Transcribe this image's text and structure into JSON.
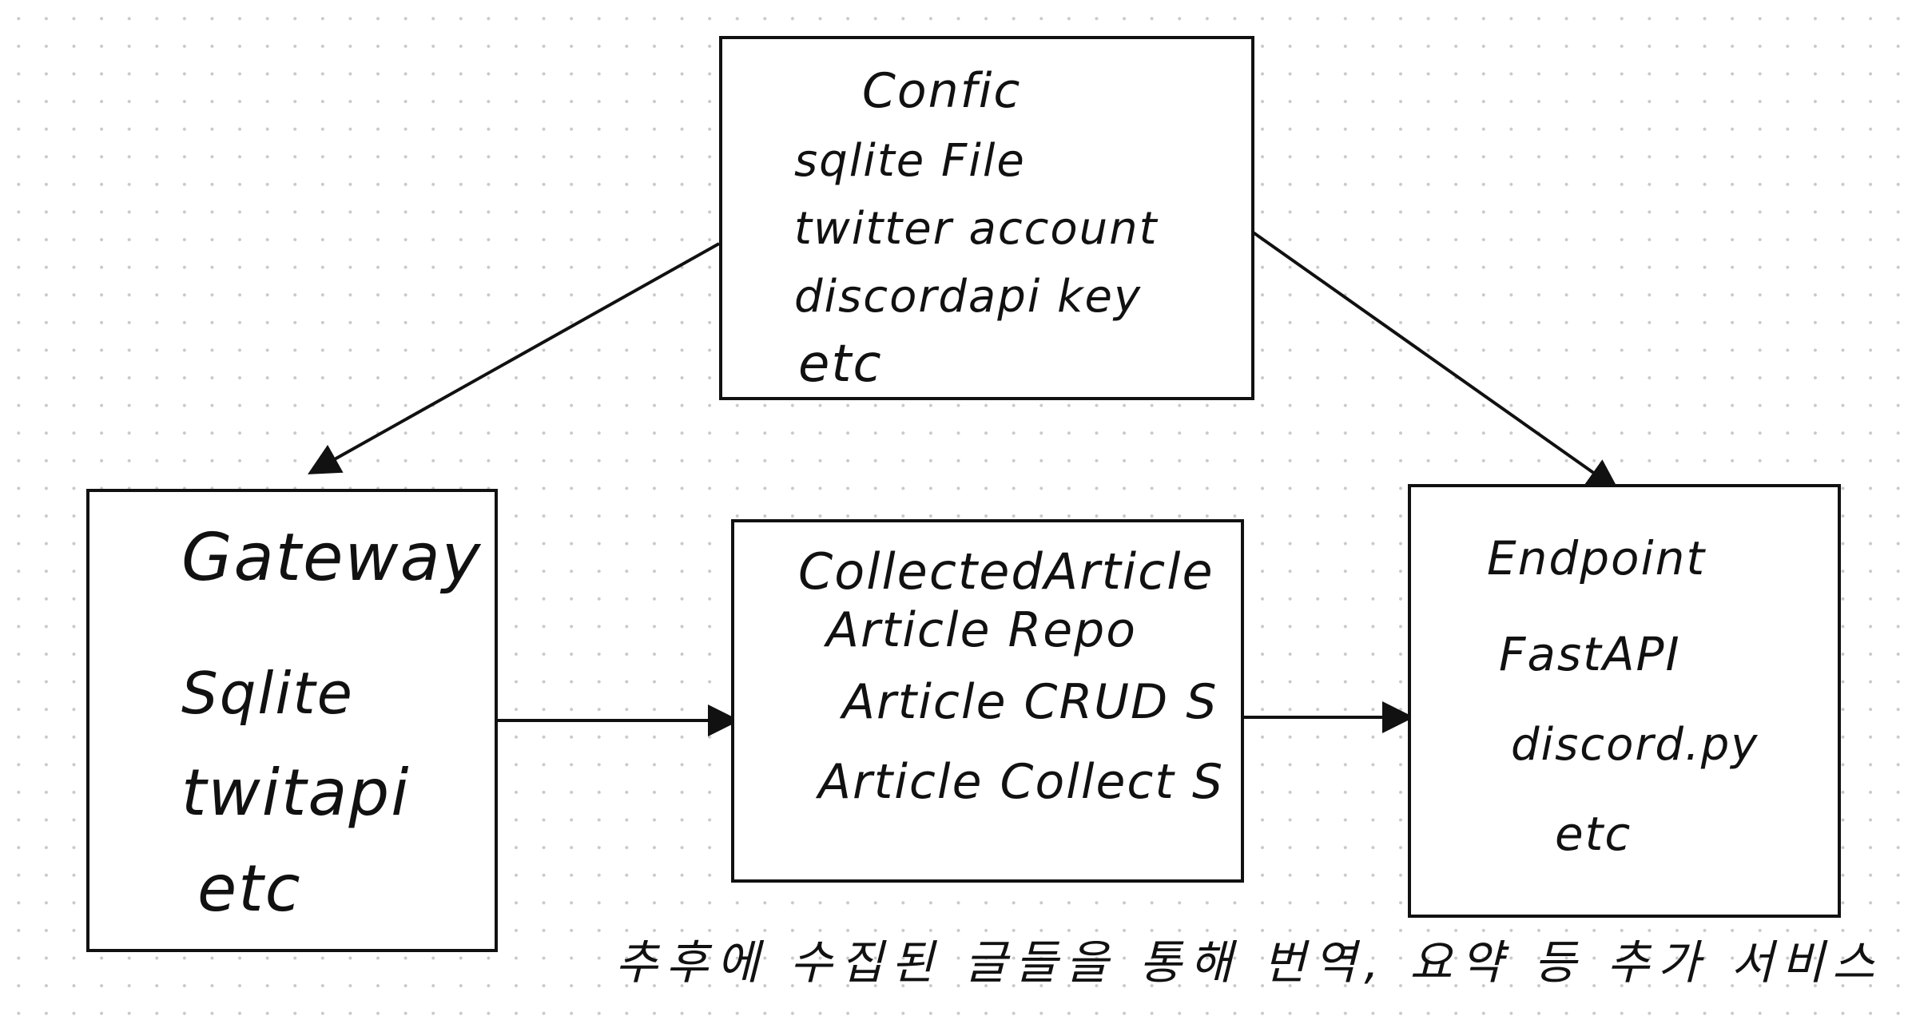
{
  "boxes": {
    "config": {
      "title": "Confic",
      "lines": [
        "sqlite File",
        "twitter account",
        "discordapi key",
        "etc"
      ]
    },
    "gateway": {
      "title": "Gateway",
      "lines": [
        "Sqlite",
        "twitapi",
        "etc"
      ]
    },
    "collected_article": {
      "title": "CollectedArticle",
      "lines": [
        "Article Repo",
        "Article CRUD S",
        "Article Collect S"
      ]
    },
    "endpoint": {
      "title": "Endpoint",
      "lines": [
        "FastAPI",
        "discord.py",
        "etc"
      ]
    }
  },
  "note": "추후에 수집된 글들을 통해 번역, 요약 등 추가 서비스",
  "colors": {
    "stroke": "#111111",
    "background": "#ffffff",
    "grid_dot": "#c9c9c9"
  }
}
